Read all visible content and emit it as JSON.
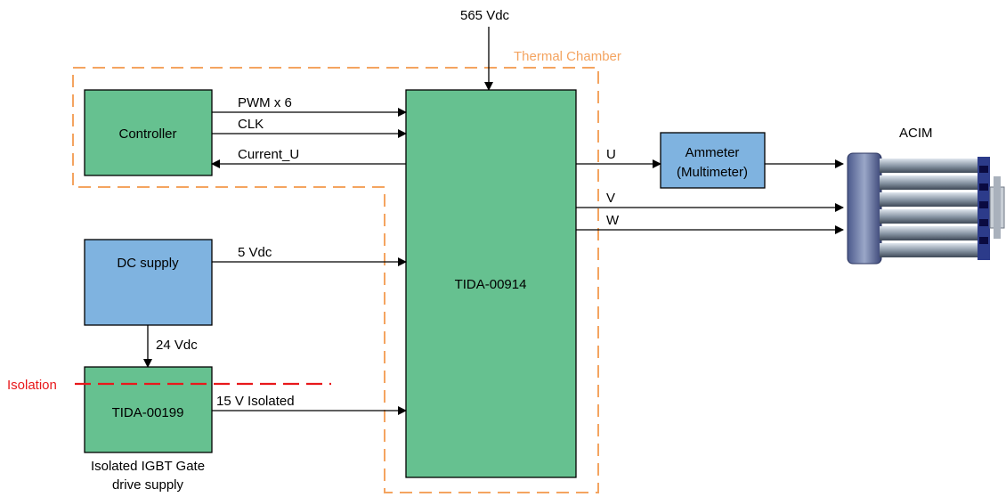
{
  "colors": {
    "green_block": "#66C190",
    "blue_block": "#7FB3E0",
    "thermal_orange": "#F4A460",
    "isolation_red": "#E8181B"
  },
  "labels": {
    "supply_565": "565 Vdc",
    "thermal_chamber": "Thermal Chamber",
    "acim": "ACIM",
    "pwm": "PWM x 6",
    "clk": "CLK",
    "current_u": "Current_U",
    "u": "U",
    "v": "V",
    "w": "W",
    "vdc5": "5 Vdc",
    "vdc24": "24 Vdc",
    "iso15": "15 V Isolated",
    "isolation": "Isolation",
    "isolated_desc_1": "Isolated IGBT Gate",
    "isolated_desc_2": "drive supply"
  },
  "blocks": {
    "controller": "Controller",
    "tida00914": "TIDA-00914",
    "dc_supply": "DC supply",
    "tida00199": "TIDA-00199",
    "ammeter_1": "Ammeter",
    "ammeter_2": "(Multimeter)"
  },
  "icons": {
    "motor": "acim-motor-icon"
  }
}
